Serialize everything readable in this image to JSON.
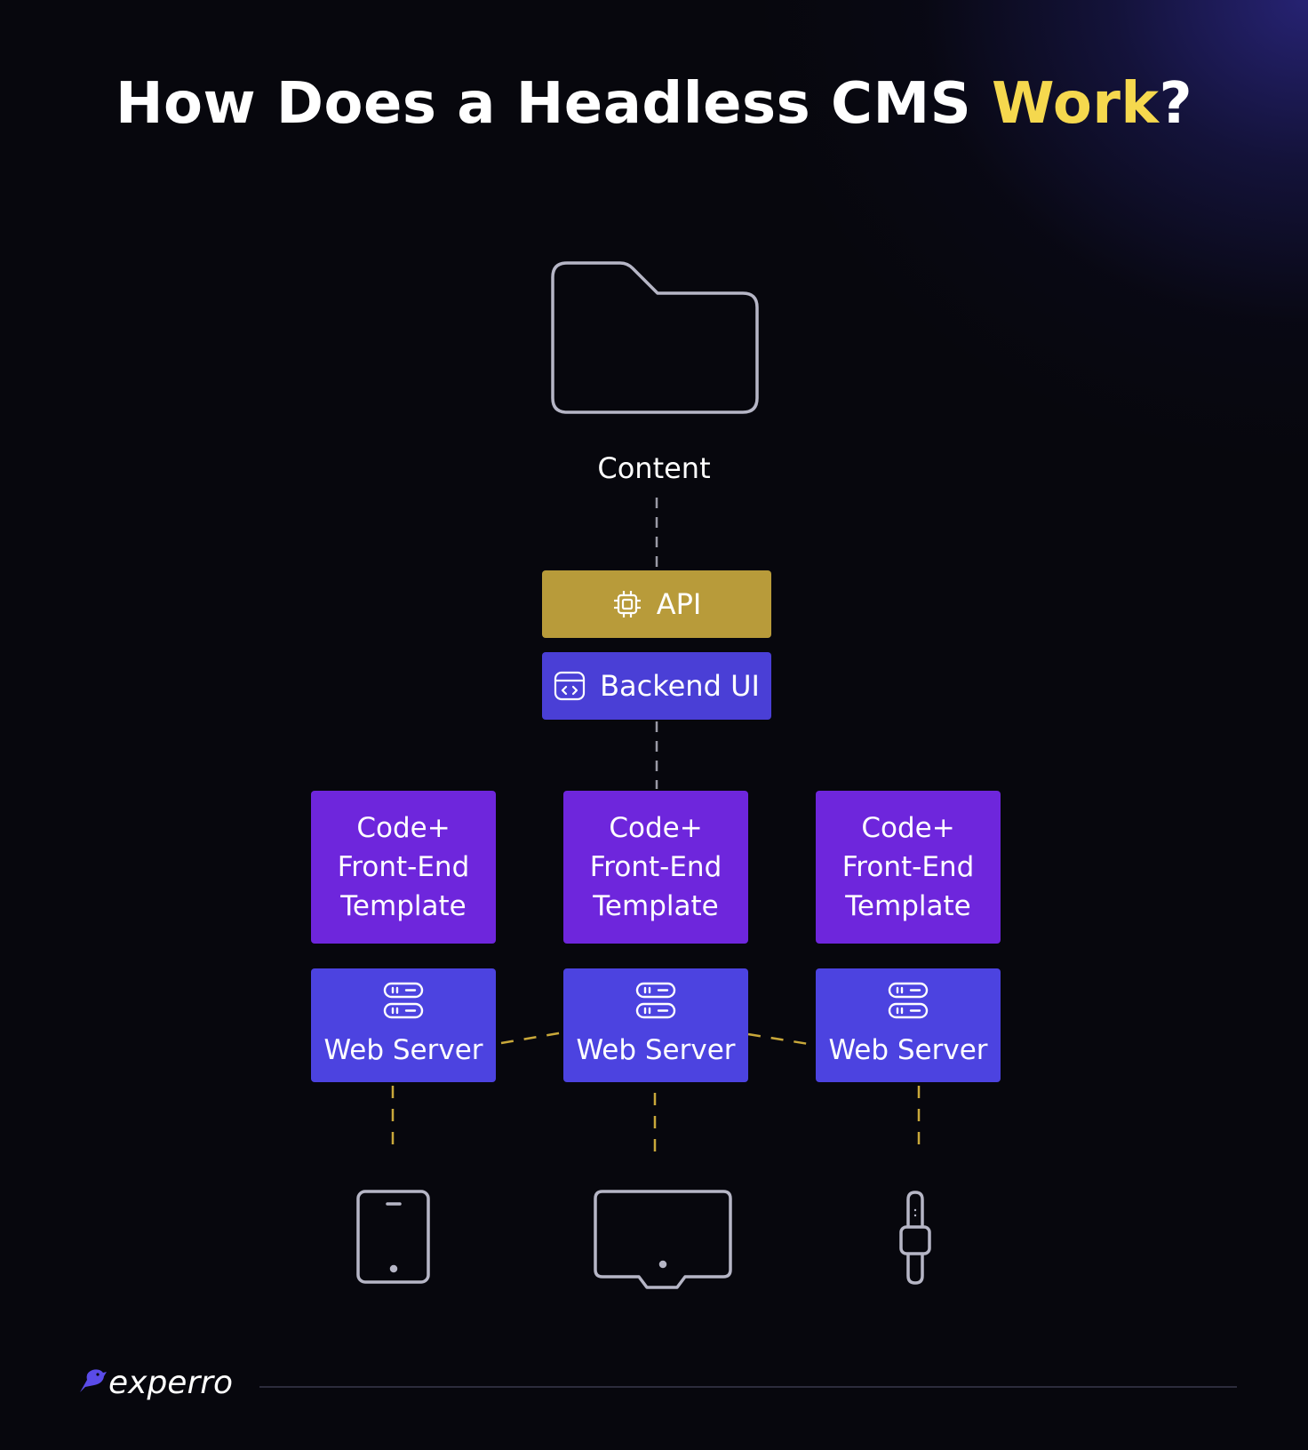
{
  "title": {
    "main": "How Does a Headless CMS ",
    "accent": "Work",
    "end": "?"
  },
  "content_node": {
    "label": "Content",
    "icon": "folder-icon"
  },
  "api": {
    "label": "API",
    "icon": "chip-icon"
  },
  "backend": {
    "label": "Backend UI",
    "icon": "code-window-icon"
  },
  "templates": [
    {
      "line1": "Code+",
      "line2": "Front-End",
      "line3": "Template"
    },
    {
      "line1": "Code+",
      "line2": "Front-End",
      "line3": "Template"
    },
    {
      "line1": "Code+",
      "line2": "Front-End",
      "line3": "Template"
    }
  ],
  "servers": [
    {
      "label": "Web Server",
      "icon": "server-icon"
    },
    {
      "label": "Web Server",
      "icon": "server-icon"
    },
    {
      "label": "Web Server",
      "icon": "server-icon"
    }
  ],
  "devices": [
    {
      "icon": "tablet-icon"
    },
    {
      "icon": "monitor-icon"
    },
    {
      "icon": "smartwatch-icon"
    }
  ],
  "brand": {
    "name": "experro",
    "icon": "bird-logo-icon"
  },
  "colors": {
    "background": "#07070d",
    "accent_yellow": "#f5d84e",
    "api_gold": "#b89b3a",
    "backend_blue": "#4a3fd6",
    "template_purple": "#6e26dc",
    "server_blue": "#4c43e0",
    "dashed_gray": "#9a9aa6",
    "dashed_gold": "#c9a83a"
  }
}
